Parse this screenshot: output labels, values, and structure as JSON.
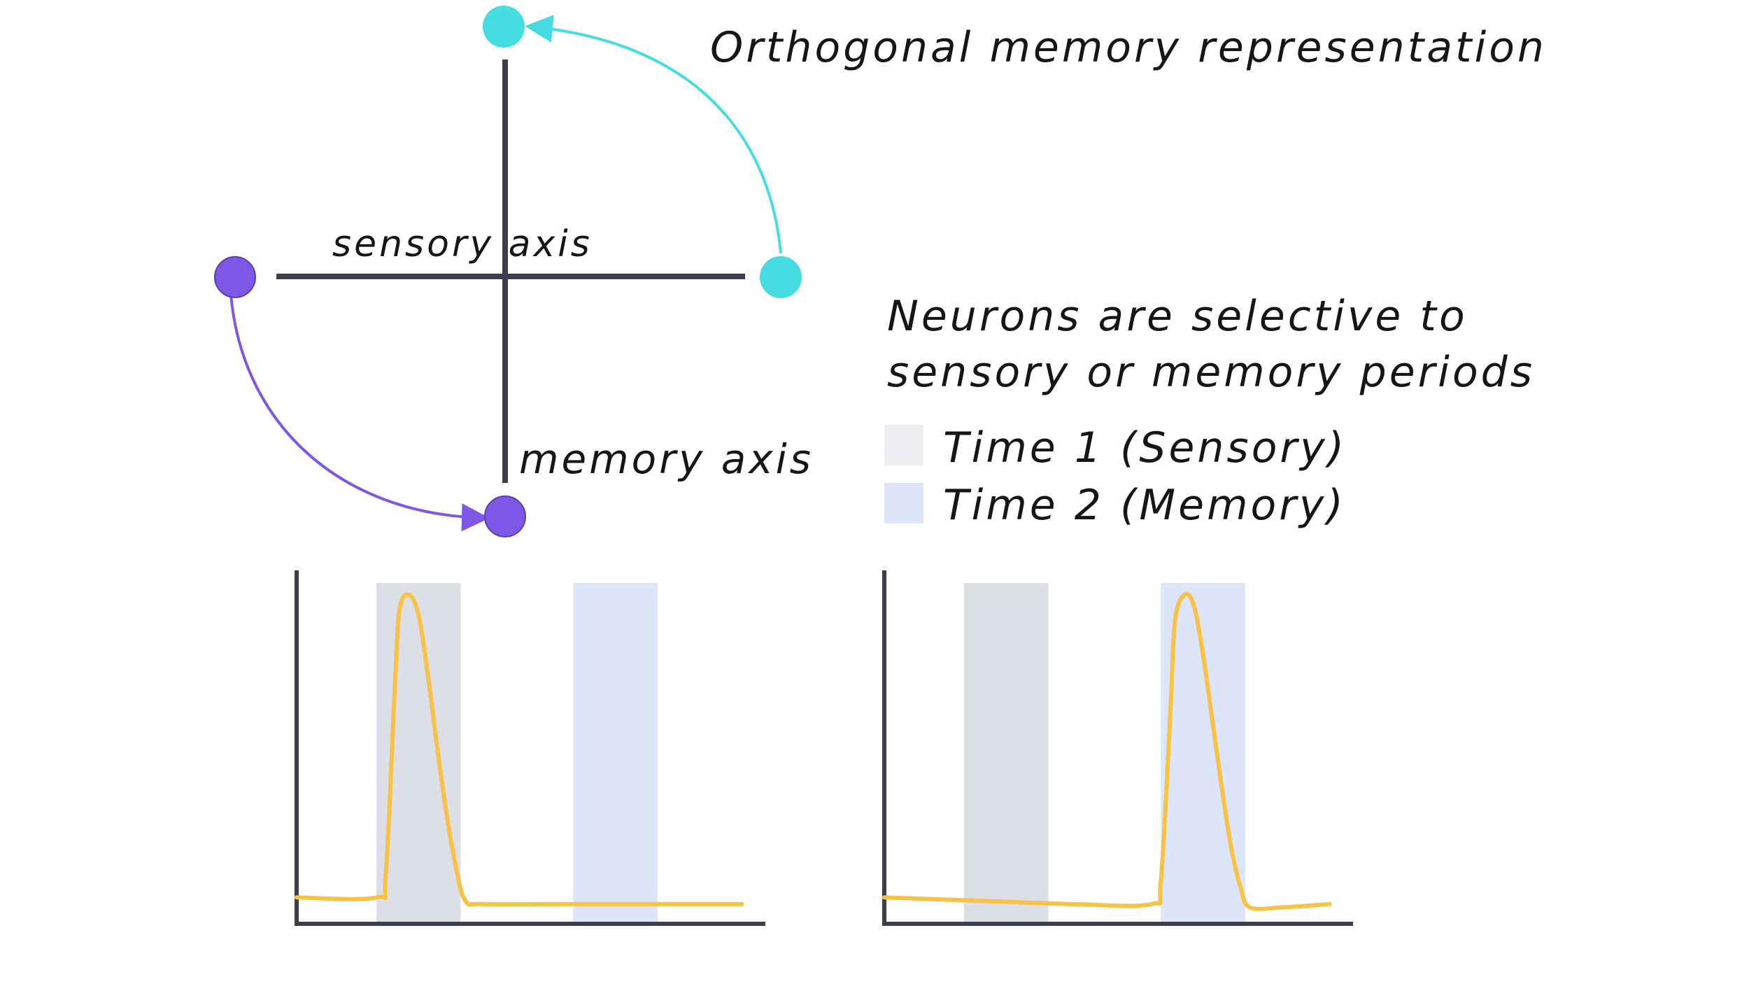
{
  "colors": {
    "background": "#ffffff",
    "axis": "#3b3f4c",
    "sensory_dot": "#45dde2",
    "memory_dot": "#7e57e6",
    "trace": "#f7c245",
    "time1_band": "#dcdfe6",
    "time2_band": "#dde6f8",
    "legend_time1": "#eceef2",
    "legend_time2": "#dde6f8"
  },
  "diagram": {
    "title": "Orthogonal memory representation",
    "sensory_axis_label": "sensory axis",
    "memory_axis_label": "memory axis"
  },
  "legend": {
    "heading_line1": "Neurons are selective to",
    "heading_line2": "sensory or memory periods",
    "items": [
      {
        "label": "Time 1 (Sensory)",
        "color_key": "legend_time1"
      },
      {
        "label": "Time 2 (Memory)",
        "color_key": "legend_time2"
      }
    ]
  },
  "chart_data": [
    {
      "type": "line",
      "name_hint": "sensory-selective neuron",
      "bands": [
        {
          "period": "Time 1 (Sensory)",
          "x": [
            0.17,
            0.35
          ]
        },
        {
          "period": "Time 2 (Memory)",
          "x": [
            0.59,
            0.77
          ]
        }
      ],
      "x": [
        0.0,
        0.17,
        0.19,
        0.21,
        0.22,
        0.24,
        0.26,
        0.28,
        0.3,
        0.32,
        0.34,
        0.36,
        0.4,
        0.6,
        0.8,
        0.95
      ],
      "y": [
        0.05,
        0.05,
        0.12,
        0.7,
        0.92,
        0.96,
        0.9,
        0.72,
        0.5,
        0.3,
        0.14,
        0.04,
        0.03,
        0.03,
        0.03,
        0.03
      ],
      "xlim": [
        0,
        1
      ],
      "ylim": [
        0,
        1
      ]
    },
    {
      "type": "line",
      "name_hint": "memory-selective neuron",
      "bands": [
        {
          "period": "Time 1 (Sensory)",
          "x": [
            0.17,
            0.35
          ]
        },
        {
          "period": "Time 2 (Memory)",
          "x": [
            0.59,
            0.77
          ]
        }
      ],
      "x": [
        0.0,
        0.2,
        0.4,
        0.57,
        0.59,
        0.61,
        0.62,
        0.64,
        0.66,
        0.68,
        0.7,
        0.72,
        0.74,
        0.76,
        0.78,
        0.85,
        0.95
      ],
      "y": [
        0.05,
        0.04,
        0.03,
        0.03,
        0.1,
        0.6,
        0.88,
        0.96,
        0.93,
        0.78,
        0.58,
        0.38,
        0.2,
        0.08,
        0.02,
        0.02,
        0.03
      ],
      "xlim": [
        0,
        1
      ],
      "ylim": [
        0,
        1
      ]
    }
  ]
}
